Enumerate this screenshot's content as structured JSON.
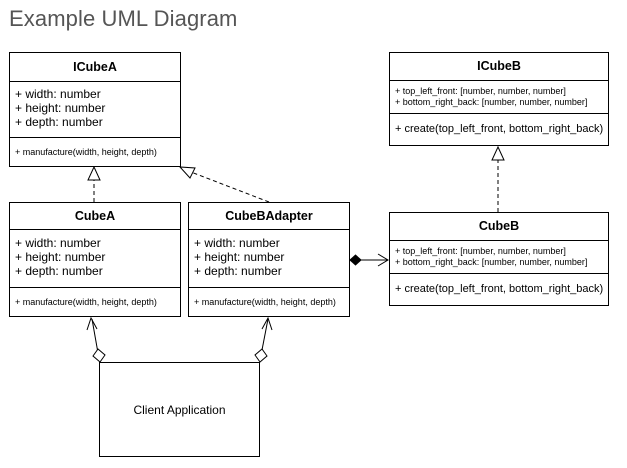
{
  "title": "Example UML Diagram",
  "classes": {
    "icubea": {
      "name": "ICubeA",
      "attributes": [
        "+ width: number",
        "+ height: number",
        "+ depth: number"
      ],
      "methods": [
        "+ manufacture(width, height, depth)"
      ]
    },
    "cubea": {
      "name": "CubeA",
      "attributes": [
        "+ width: number",
        "+ height: number",
        "+ depth: number"
      ],
      "methods": [
        "+ manufacture(width, height, depth)"
      ]
    },
    "adapter": {
      "name": "CubeBAdapter",
      "attributes": [
        "+ width: number",
        "+ height: number",
        "+ depth: number"
      ],
      "methods": [
        "+ manufacture(width, height, depth)"
      ]
    },
    "icubeb": {
      "name": "ICubeB",
      "attributes": [
        "+ top_left_front: [number, number, number]",
        "+ bottom_right_back: [number, number, number]"
      ],
      "methods": [
        "+ create(top_left_front, bottom_right_back)"
      ]
    },
    "cubeb": {
      "name": "CubeB",
      "attributes": [
        "+ top_left_front: [number, number, number]",
        "+ bottom_right_back: [number, number, number]"
      ],
      "methods": [
        "+ create(top_left_front, bottom_right_back)"
      ]
    }
  },
  "client": {
    "label": "Client Application"
  }
}
